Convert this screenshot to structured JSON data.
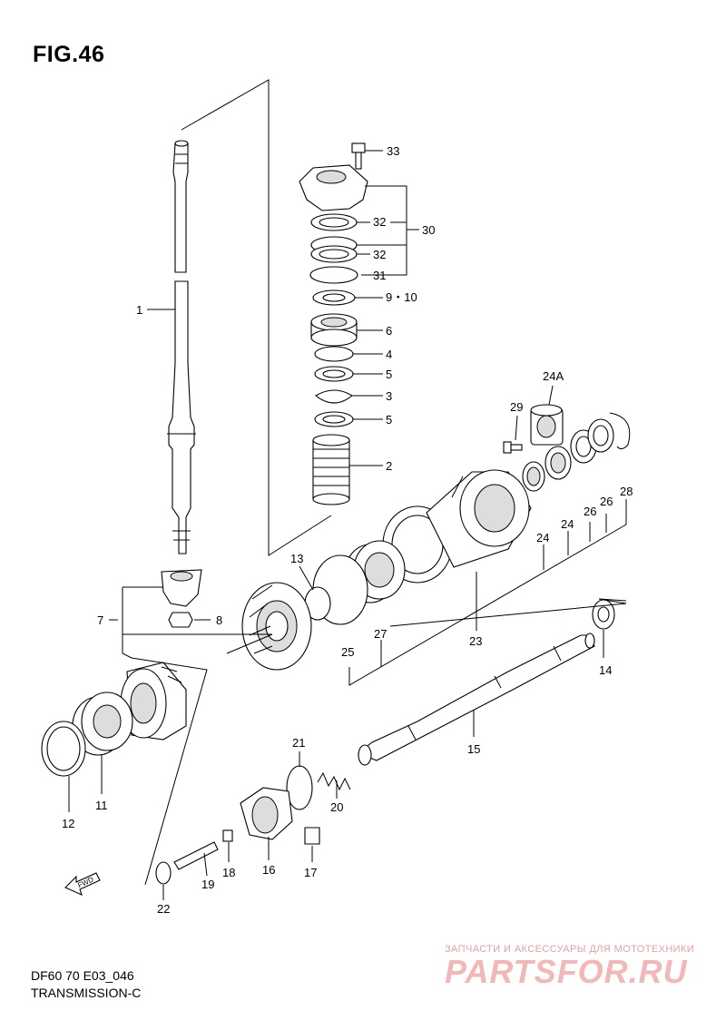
{
  "figure": {
    "title": "FIG.46",
    "code": "DF60 70 E03_046",
    "section": "TRANSMISSION-C"
  },
  "watermark": {
    "tagline": "ЗАПЧАСТИ И АКСЕССУАРЫ ДЛЯ МОТОТЕХНИКИ",
    "logo": "PARTSFOR.RU"
  },
  "direction_marker": "FWD",
  "callouts": [
    "33",
    "32",
    "30",
    "32",
    "31",
    "9・10",
    "6",
    "4",
    "5",
    "3",
    "5",
    "2",
    "1",
    "24A",
    "29",
    "28",
    "26",
    "26",
    "24",
    "24",
    "23",
    "13",
    "27",
    "25",
    "7",
    "8",
    "14",
    "15",
    "21",
    "20",
    "11",
    "12",
    "16",
    "17",
    "18",
    "19",
    "22"
  ],
  "callout_labels": {
    "c33": "33",
    "c32a": "32",
    "c30": "30",
    "c32b": "32",
    "c31": "31",
    "c910": "9・10",
    "c6": "6",
    "c4": "4",
    "c5a": "5",
    "c3": "3",
    "c5b": "5",
    "c2": "2",
    "c1": "1",
    "c24A": "24A",
    "c29": "29",
    "c28": "28",
    "c26a": "26",
    "c26b": "26",
    "c24a": "24",
    "c24b": "24",
    "c23": "23",
    "c13": "13",
    "c27": "27",
    "c25": "25",
    "c7": "7",
    "c8": "8",
    "c14": "14",
    "c15": "15",
    "c21": "21",
    "c20": "20",
    "c11": "11",
    "c12": "12",
    "c16": "16",
    "c17": "17",
    "c18": "18",
    "c19": "19",
    "c22": "22"
  }
}
